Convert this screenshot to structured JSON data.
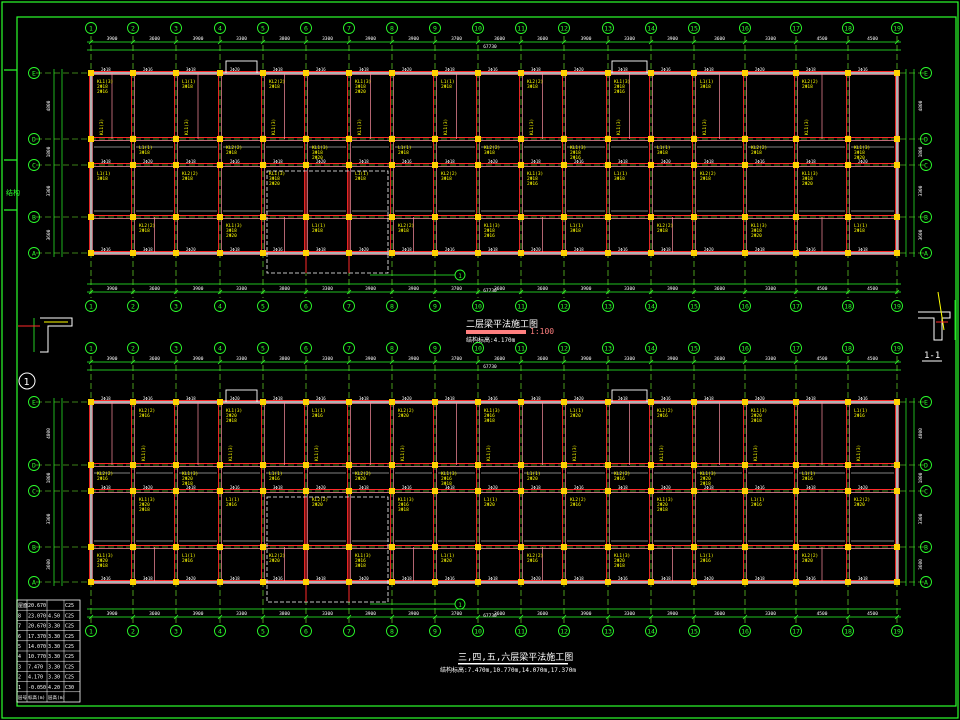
{
  "colors": {
    "background": "#000000",
    "frame": "#2cff2c",
    "axis_line": "#7aff2f",
    "beam_red": "#ff2a2a",
    "beam_pink": "#ff8fa0",
    "wall_white": "#ffffff",
    "column_yellow": "#ffd200",
    "annotation_yellow": "#ffff00",
    "scale_bar": "#ff7f7f"
  },
  "axis_numbers": [
    "1",
    "2",
    "3",
    "4",
    "5",
    "6",
    "7",
    "8",
    "9",
    "10",
    "11",
    "12",
    "13",
    "14",
    "15",
    "16",
    "17",
    "18",
    "19"
  ],
  "axis_letters": [
    "E",
    "D",
    "C",
    "B",
    "A"
  ],
  "dim_spans": [
    "3900",
    "3600",
    "3900",
    "3300",
    "3800",
    "3300",
    "3900",
    "3900",
    "3700",
    "3600",
    "3600",
    "3900",
    "3300",
    "3900",
    "3600",
    "3300",
    "4500",
    "4500"
  ],
  "overall_dim": "67730",
  "vertical_dims": [
    "4800",
    "1800",
    "3300",
    "3600",
    "1500"
  ],
  "beam_label_a": "KL1(3)",
  "beam_label_b": "KL2(2)",
  "beam_label_c": "L1(1)",
  "rebar_labels": [
    "2Φ18",
    "2Φ16",
    "3Φ18",
    "2Φ20"
  ],
  "plan1": {
    "title": "二层梁平法施工图",
    "scale": "1:100",
    "elevation_note": "结构标高:4.170m"
  },
  "plan2": {
    "title": "三,四,五,六层梁平法施工图",
    "elevation_note": "结构标高:7.470m,10.770m,14.070m,17.370m"
  },
  "section": {
    "label": "1-1"
  },
  "detail_marker": "1",
  "section_mark": "1",
  "floor_table": {
    "rows": [
      {
        "floor": "屋面",
        "elev": "20.670",
        "height": "",
        "grade": "C25"
      },
      {
        "floor": "8",
        "elev": "23.070",
        "height": "4.50",
        "grade": "C25"
      },
      {
        "floor": "7",
        "elev": "20.670",
        "height": "3.30",
        "grade": "C25"
      },
      {
        "floor": "6",
        "elev": "17.370",
        "height": "3.30",
        "grade": "C25"
      },
      {
        "floor": "5",
        "elev": "14.070",
        "height": "3.30",
        "grade": "C25"
      },
      {
        "floor": "4",
        "elev": "10.770",
        "height": "3.30",
        "grade": "C25"
      },
      {
        "floor": "3",
        "elev": "7.470",
        "height": "3.30",
        "grade": "C25"
      },
      {
        "floor": "2",
        "elev": "4.170",
        "height": "3.30",
        "grade": "C25"
      },
      {
        "floor": "1",
        "elev": "-0.050",
        "height": "4.20",
        "grade": "C30"
      }
    ],
    "footer": [
      "层号",
      "标高(m)",
      "层高(m)"
    ]
  },
  "title_block": "结构"
}
